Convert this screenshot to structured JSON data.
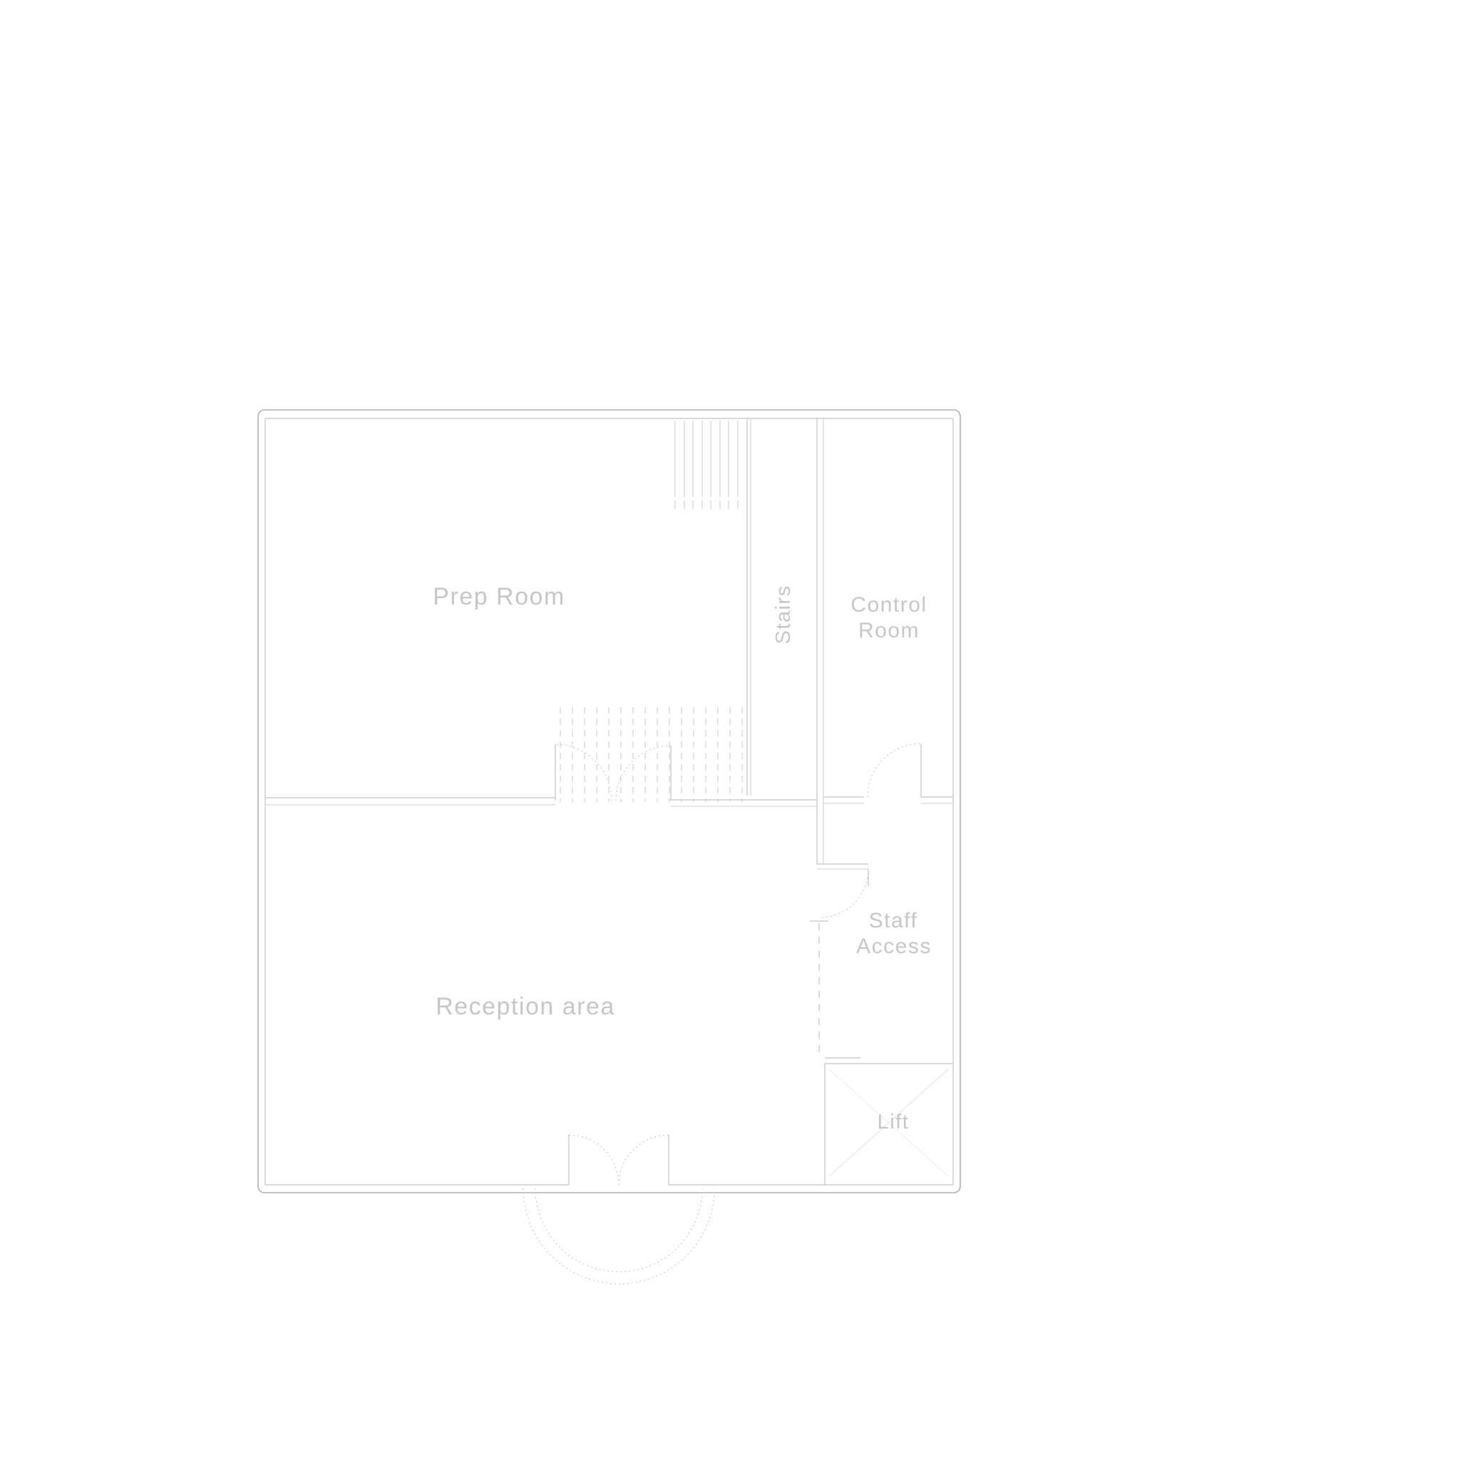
{
  "floor_plan": {
    "rooms": {
      "prep_room": {
        "label": "Prep Room"
      },
      "stairs": {
        "label": "Stairs"
      },
      "control_room": {
        "label_line1": "Control",
        "label_line2": "Room"
      },
      "staff_access": {
        "label_line1": "Staff",
        "label_line2": "Access"
      },
      "reception": {
        "label": "Reception area"
      },
      "lift": {
        "label": "Lift"
      }
    },
    "colors": {
      "background": "#ffffff",
      "wall_outer": "#b0b0b0",
      "wall_inner": "#c3c3c3",
      "wall_light": "#cfcfcf",
      "dashed_tread": "#d3d3d3",
      "door_arc": "#c9c9c9",
      "label_text": "#c7c7c7",
      "lift_diagonal": "#e3e3e3"
    }
  }
}
